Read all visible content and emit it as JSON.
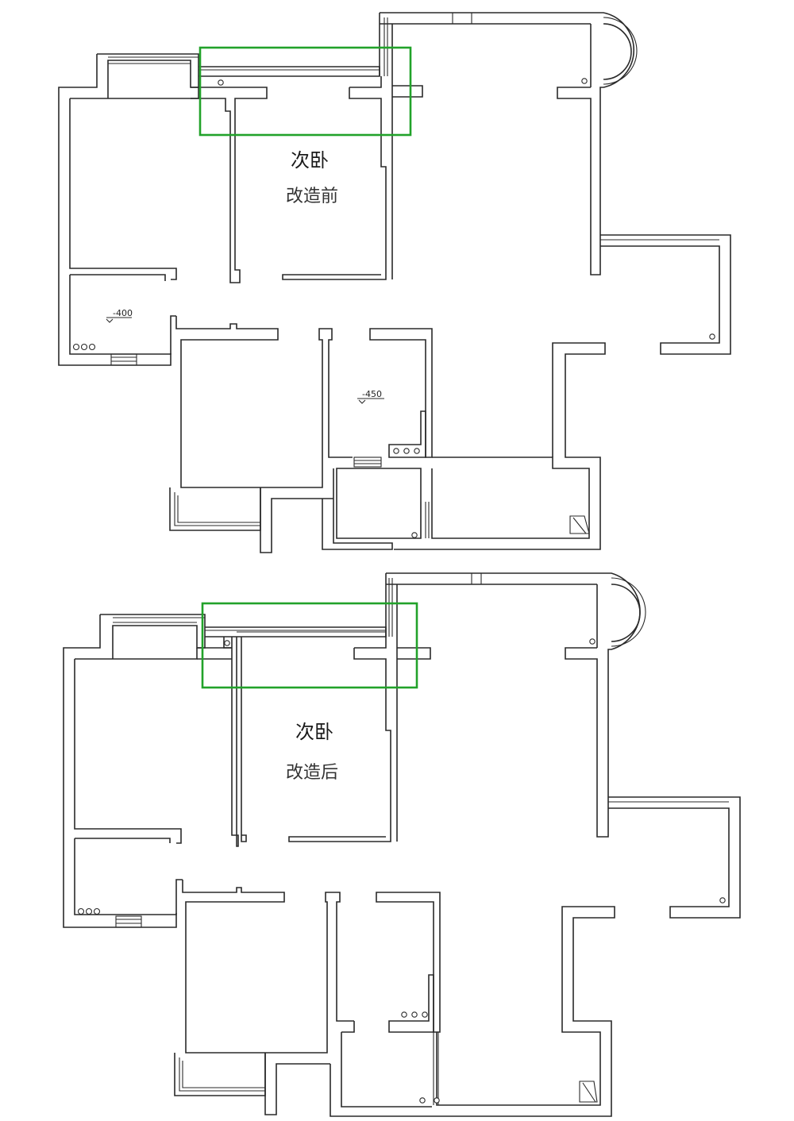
{
  "before": {
    "room_name": "次卧",
    "note": "改造前",
    "levels": [
      "-400",
      "-450"
    ]
  },
  "after": {
    "room_name": "次卧",
    "note": "改造后"
  },
  "colors": {
    "wall": "#2a2a2a",
    "highlight": "#22a22a"
  }
}
